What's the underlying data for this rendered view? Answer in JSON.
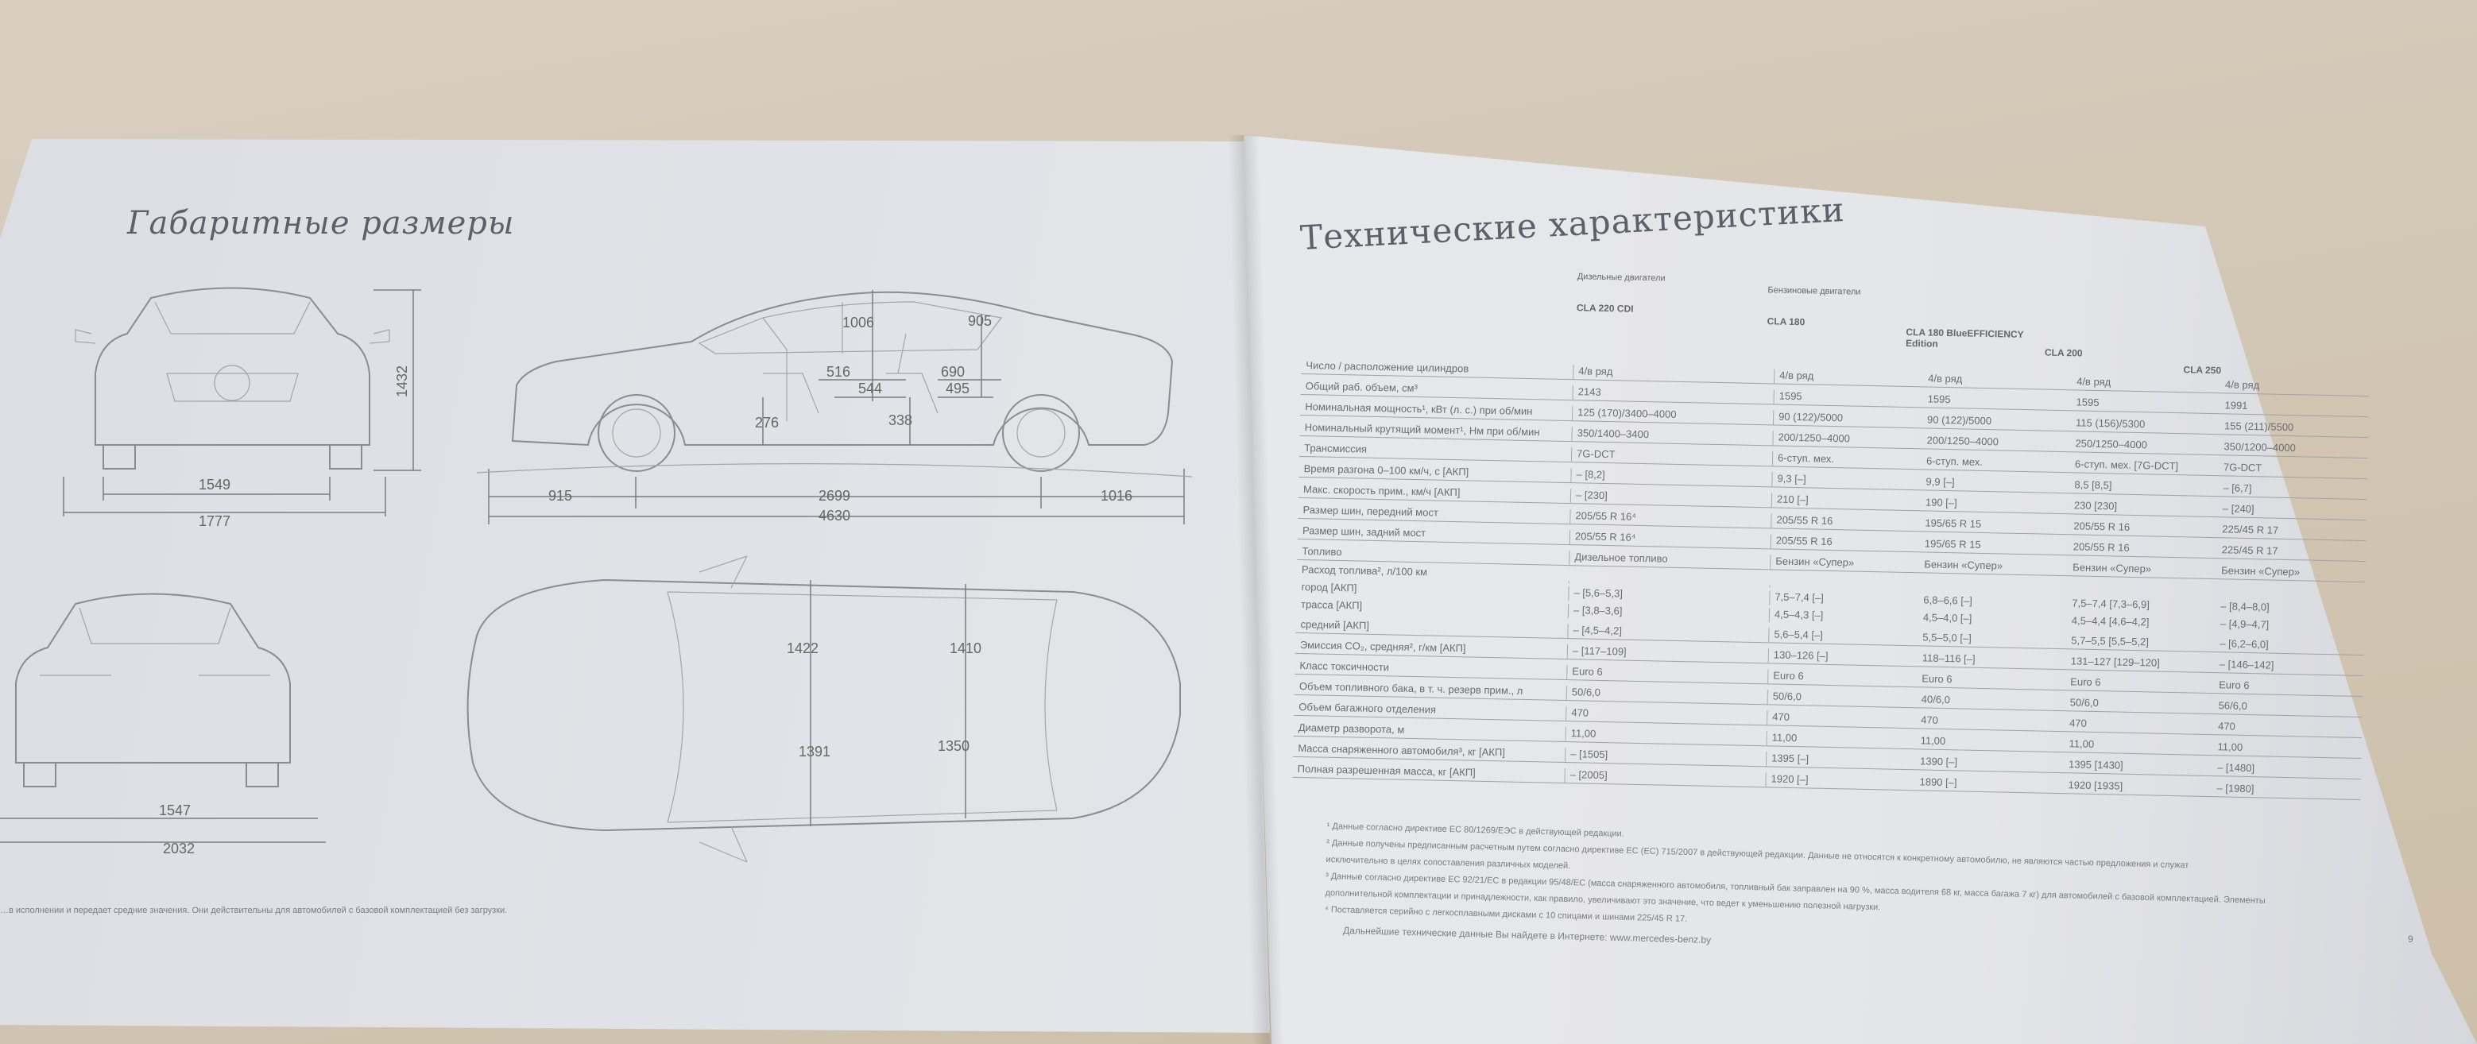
{
  "left_page": {
    "title": "Габаритные размеры",
    "dimensions": {
      "front_height": "1432",
      "front_track": "1549",
      "front_width": "1777",
      "side_1006": "1006",
      "side_905": "905",
      "side_516": "516",
      "side_690": "690",
      "side_544": "544",
      "side_495": "495",
      "side_276": "276",
      "side_338": "338",
      "front_overhang": "915",
      "wheelbase": "2699",
      "rear_overhang": "1016",
      "length": "4630",
      "top_1422": "1422",
      "top_1410": "1410",
      "top_1391": "1391",
      "top_1350": "1350",
      "rear_track": "1547",
      "mirror_width": "2032"
    },
    "note": "…в исполнении и передает средние значения. Они действительны для автомобилей с базовой комплектацией без загрузки."
  },
  "right_page": {
    "title": "Технические характеристики",
    "groups": {
      "diesel": "Дизельные двигатели",
      "petrol": "Бензиновые двигатели"
    },
    "columns": [
      "CLA 220 CDI",
      "CLA 180",
      "CLA 180 BlueEFFICIENCY Edition",
      "CLA 200",
      "CLA 250"
    ],
    "rows": [
      {
        "label": "Число / расположение цилиндров",
        "values": [
          "4/в ряд",
          "4/в ряд",
          "4/в ряд",
          "4/в ряд",
          "4/в ряд"
        ]
      },
      {
        "label": "Общий раб. объем, см³",
        "values": [
          "2143",
          "1595",
          "1595",
          "1595",
          "1991"
        ]
      },
      {
        "label": "Номинальная мощность¹, кВт (л. с.) при об/мин",
        "values": [
          "125 (170)/3400–4000",
          "90 (122)/5000",
          "90 (122)/5000",
          "115 (156)/5300",
          "155 (211)/5500"
        ]
      },
      {
        "label": "Номинальный крутящий момент¹, Нм при об/мин",
        "values": [
          "350/1400–3400",
          "200/1250–4000",
          "200/1250–4000",
          "250/1250–4000",
          "350/1200–4000"
        ]
      },
      {
        "label": "Трансмиссия",
        "values": [
          "7G-DCT",
          "6-ступ. мех.",
          "6-ступ. мех.",
          "6-ступ. мех. [7G-DCT]",
          "7G-DCT"
        ]
      },
      {
        "label": "Время разгона 0–100 км/ч, с [АКП]",
        "values": [
          "– [8,2]",
          "9,3 [–]",
          "9,9 [–]",
          "8,5 [8,5]",
          "– [6,7]"
        ]
      },
      {
        "label": "Макс. скорость прим., км/ч [АКП]",
        "values": [
          "– [230]",
          "210 [–]",
          "190 [–]",
          "230 [230]",
          "– [240]"
        ]
      },
      {
        "label": "Размер шин, передний мост",
        "values": [
          "205/55 R 16⁴",
          "205/55 R 16",
          "195/65 R 15",
          "205/55 R 16",
          "225/45 R 17"
        ]
      },
      {
        "label": "Размер шин, задний мост",
        "values": [
          "205/55 R 16⁴",
          "205/55 R 16",
          "195/65 R 15",
          "205/55 R 16",
          "225/45 R 17"
        ]
      },
      {
        "label": "Топливо",
        "values": [
          "Дизельное топливо",
          "Бензин «Супер»",
          "Бензин «Супер»",
          "Бензин «Супер»",
          "Бензин «Супер»"
        ]
      },
      {
        "label": "Расход топлива², л/100 км",
        "values": [
          "",
          "",
          "",
          "",
          ""
        ],
        "noborder": true
      },
      {
        "label": "город [АКП]",
        "values": [
          "– [5,6–5,3]",
          "7,5–7,4 [–]",
          "6,8–6,6 [–]",
          "7,5–7,4 [7,3–6,9]",
          "– [8,4–8,0]"
        ],
        "noborder": true
      },
      {
        "label": "трасса [АКП]",
        "values": [
          "– [3,8–3,6]",
          "4,5–4,3 [–]",
          "4,5–4,0 [–]",
          "4,5–4,4 [4,6–4,2]",
          "– [4,9–4,7]"
        ],
        "noborder": true
      },
      {
        "label": "средний [АКП]",
        "values": [
          "– [4,5–4,2]",
          "5,6–5,4 [–]",
          "5,5–5,0 [–]",
          "5,7–5,5 [5,5–5,2]",
          "– [6,2–6,0]"
        ]
      },
      {
        "label": "Эмиссия CO₂, средняя², г/км [АКП]",
        "values": [
          "– [117–109]",
          "130–126 [–]",
          "118–116 [–]",
          "131–127 [129–120]",
          "– [146–142]"
        ]
      },
      {
        "label": "Класс токсичности",
        "values": [
          "Euro 6",
          "Euro 6",
          "Euro 6",
          "Euro 6",
          "Euro 6"
        ]
      },
      {
        "label": "Объем топливного бака, в т. ч. резерв прим., л",
        "values": [
          "50/6,0",
          "50/6,0",
          "40/6,0",
          "50/6,0",
          "56/6,0"
        ]
      },
      {
        "label": "Объем багажного отделения",
        "values": [
          "470",
          "470",
          "470",
          "470",
          "470"
        ]
      },
      {
        "label": "Диаметр разворота, м",
        "values": [
          "11,00",
          "11,00",
          "11,00",
          "11,00",
          "11,00"
        ]
      },
      {
        "label": "Масса снаряженного автомобиля³, кг [АКП]",
        "values": [
          "– [1505]",
          "1395 [–]",
          "1390 [–]",
          "1395 [1430]",
          "– [1480]"
        ]
      },
      {
        "label": "Полная разрешенная масса, кг [АКП]",
        "values": [
          "– [2005]",
          "1920 [–]",
          "1890 [–]",
          "1920 [1935]",
          "– [1980]"
        ]
      }
    ],
    "footnotes": [
      "¹ Данные согласно директиве ЕС 80/1269/ЕЭС в действующей редакции.",
      "² Данные получены предписанным расчетным путем согласно директиве ЕС (ЕС) 715/2007 в действующей редакции. Данные не относятся к конкретному автомобилю, не являются частью предложения и служат",
      "исключительно в целях сопоставления различных моделей.",
      "³ Данные согласно директиве ЕС 92/21/ЕС в редакции 95/48/ЕС (масса снаряженного автомобиля, топливный бак заправлен на 90 %, масса водителя 68 кг, масса багажа 7 кг) для автомобилей с базовой комплектацией. Элементы",
      "дополнительной комплектации и принадлежности, как правило, увеличивают это значение, что ведет к уменьшению полезной нагрузки.",
      "⁴ Поставляется серийно с легкосплавными дисками с 10 спицами и шинами 225/45 R 17."
    ],
    "footer": "Дальнейшие технические данные Вы найдете в Интернете:   www.mercedes-benz.by",
    "page_number": "9"
  }
}
